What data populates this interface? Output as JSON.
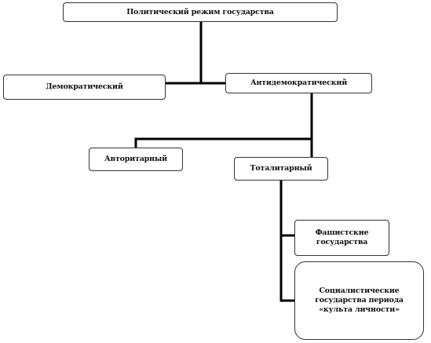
{
  "diagram": {
    "nodes": {
      "root": "Политический режим государства",
      "democratic": "Демократический",
      "antidemocratic": "Антидемократический",
      "authoritarian": "Авторитарный",
      "totalitarian": "Тоталитарный",
      "fascist": "Фашистские государства",
      "socialist": "Социалистические государства периода «культа личности»"
    },
    "line_color": "#000000"
  }
}
